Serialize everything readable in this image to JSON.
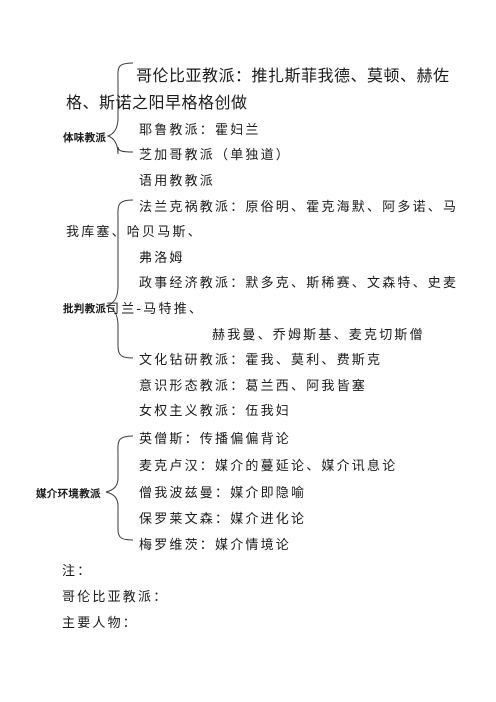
{
  "groups": [
    {
      "label": "体味教派",
      "items": [
        {
          "lines": [
            "哥伦比亚教派：推扎斯菲我德、莫顿、赫佐",
            "格、斯诺之阳早格格创做"
          ]
        },
        {
          "lines": [
            "耶鲁教派：霍妇兰"
          ]
        },
        {
          "lines": [
            "芝加哥教派（单独道）"
          ]
        }
      ]
    },
    {
      "label": "批判教派",
      "preface": "语用教教派",
      "items": [
        {
          "lines": [
            "法兰克祸教派：原俗明、霍克海默、阿多诺、马",
            "我库塞、哈贝马斯、"
          ]
        },
        {
          "lines": [
            "弗洛姆"
          ]
        },
        {
          "lines": [
            "政事经济教派：默多克、斯稀赛、文森特、史麦",
            "司兰-马特推、"
          ]
        },
        {
          "lines": [
            "赫我曼、乔姆斯基、麦克切斯僧"
          ]
        },
        {
          "lines": [
            "文化钻研教派：霍我、莫利、费斯克"
          ]
        },
        {
          "lines": [
            "意识形态教派：葛兰西、阿我皆塞"
          ]
        },
        {
          "lines": [
            "女权主义教派：伍我妇"
          ]
        }
      ]
    },
    {
      "label": "媒介环境教派",
      "items": [
        {
          "lines": [
            "英僧斯：传播偏偏背论"
          ]
        },
        {
          "lines": [
            "麦克卢汉：媒介的蔓延论、媒介讯息论"
          ]
        },
        {
          "lines": [
            "僧我波兹曼：媒介即隐喻"
          ]
        },
        {
          "lines": [
            "保罗莱文森：媒介进化论"
          ]
        },
        {
          "lines": [
            "梅罗维茨：媒介情境论"
          ]
        }
      ]
    }
  ],
  "notes": [
    "注：",
    "哥伦比亚教派：",
    "主要人物："
  ]
}
